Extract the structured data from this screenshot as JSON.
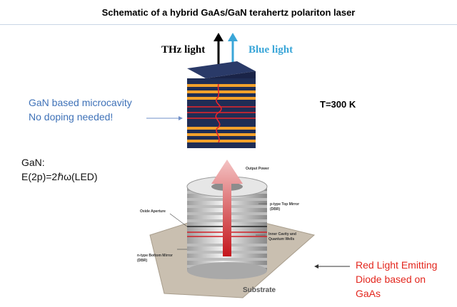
{
  "title": "Schematic of a hybrid GaAs/GaN terahertz polariton laser",
  "labels": {
    "thz_light": "THz light",
    "blue_light": "Blue light",
    "gan_microcavity_line1": "GaN based microcavity",
    "gan_microcavity_line2": "No doping needed!",
    "temperature": "T=300 K",
    "gan_line1": "GaN:",
    "gan_line2": "E(2p)=2ℏω(LED)",
    "red_led_line1": "Red Light Emitting",
    "red_led_line2": "Diode based on",
    "red_led_line3": "GaAs"
  },
  "vcsel_labels": {
    "output_power": "Output Power",
    "oxide_aperture": "Oxide Aperture",
    "p_mirror_line1": "p-type Top Mirror",
    "p_mirror_line2": "(DBR)",
    "inner_cavity_line1": "Inner Cavity and",
    "inner_cavity_line2": "Quantum Wells",
    "n_mirror_line1": "n-type Bottom Mirror",
    "n_mirror_line2": "(DBR)",
    "substrate": "Substrate"
  },
  "colors": {
    "title_text": "#000000",
    "blue_text": "#3f72b8",
    "blue_light": "#3aa6d8",
    "red_text": "#e3261d",
    "cavity_dark": "#1f2d55",
    "cavity_orange": "#f2a12b",
    "field_red": "#e8262b",
    "substrate": "#c9bfb0"
  }
}
